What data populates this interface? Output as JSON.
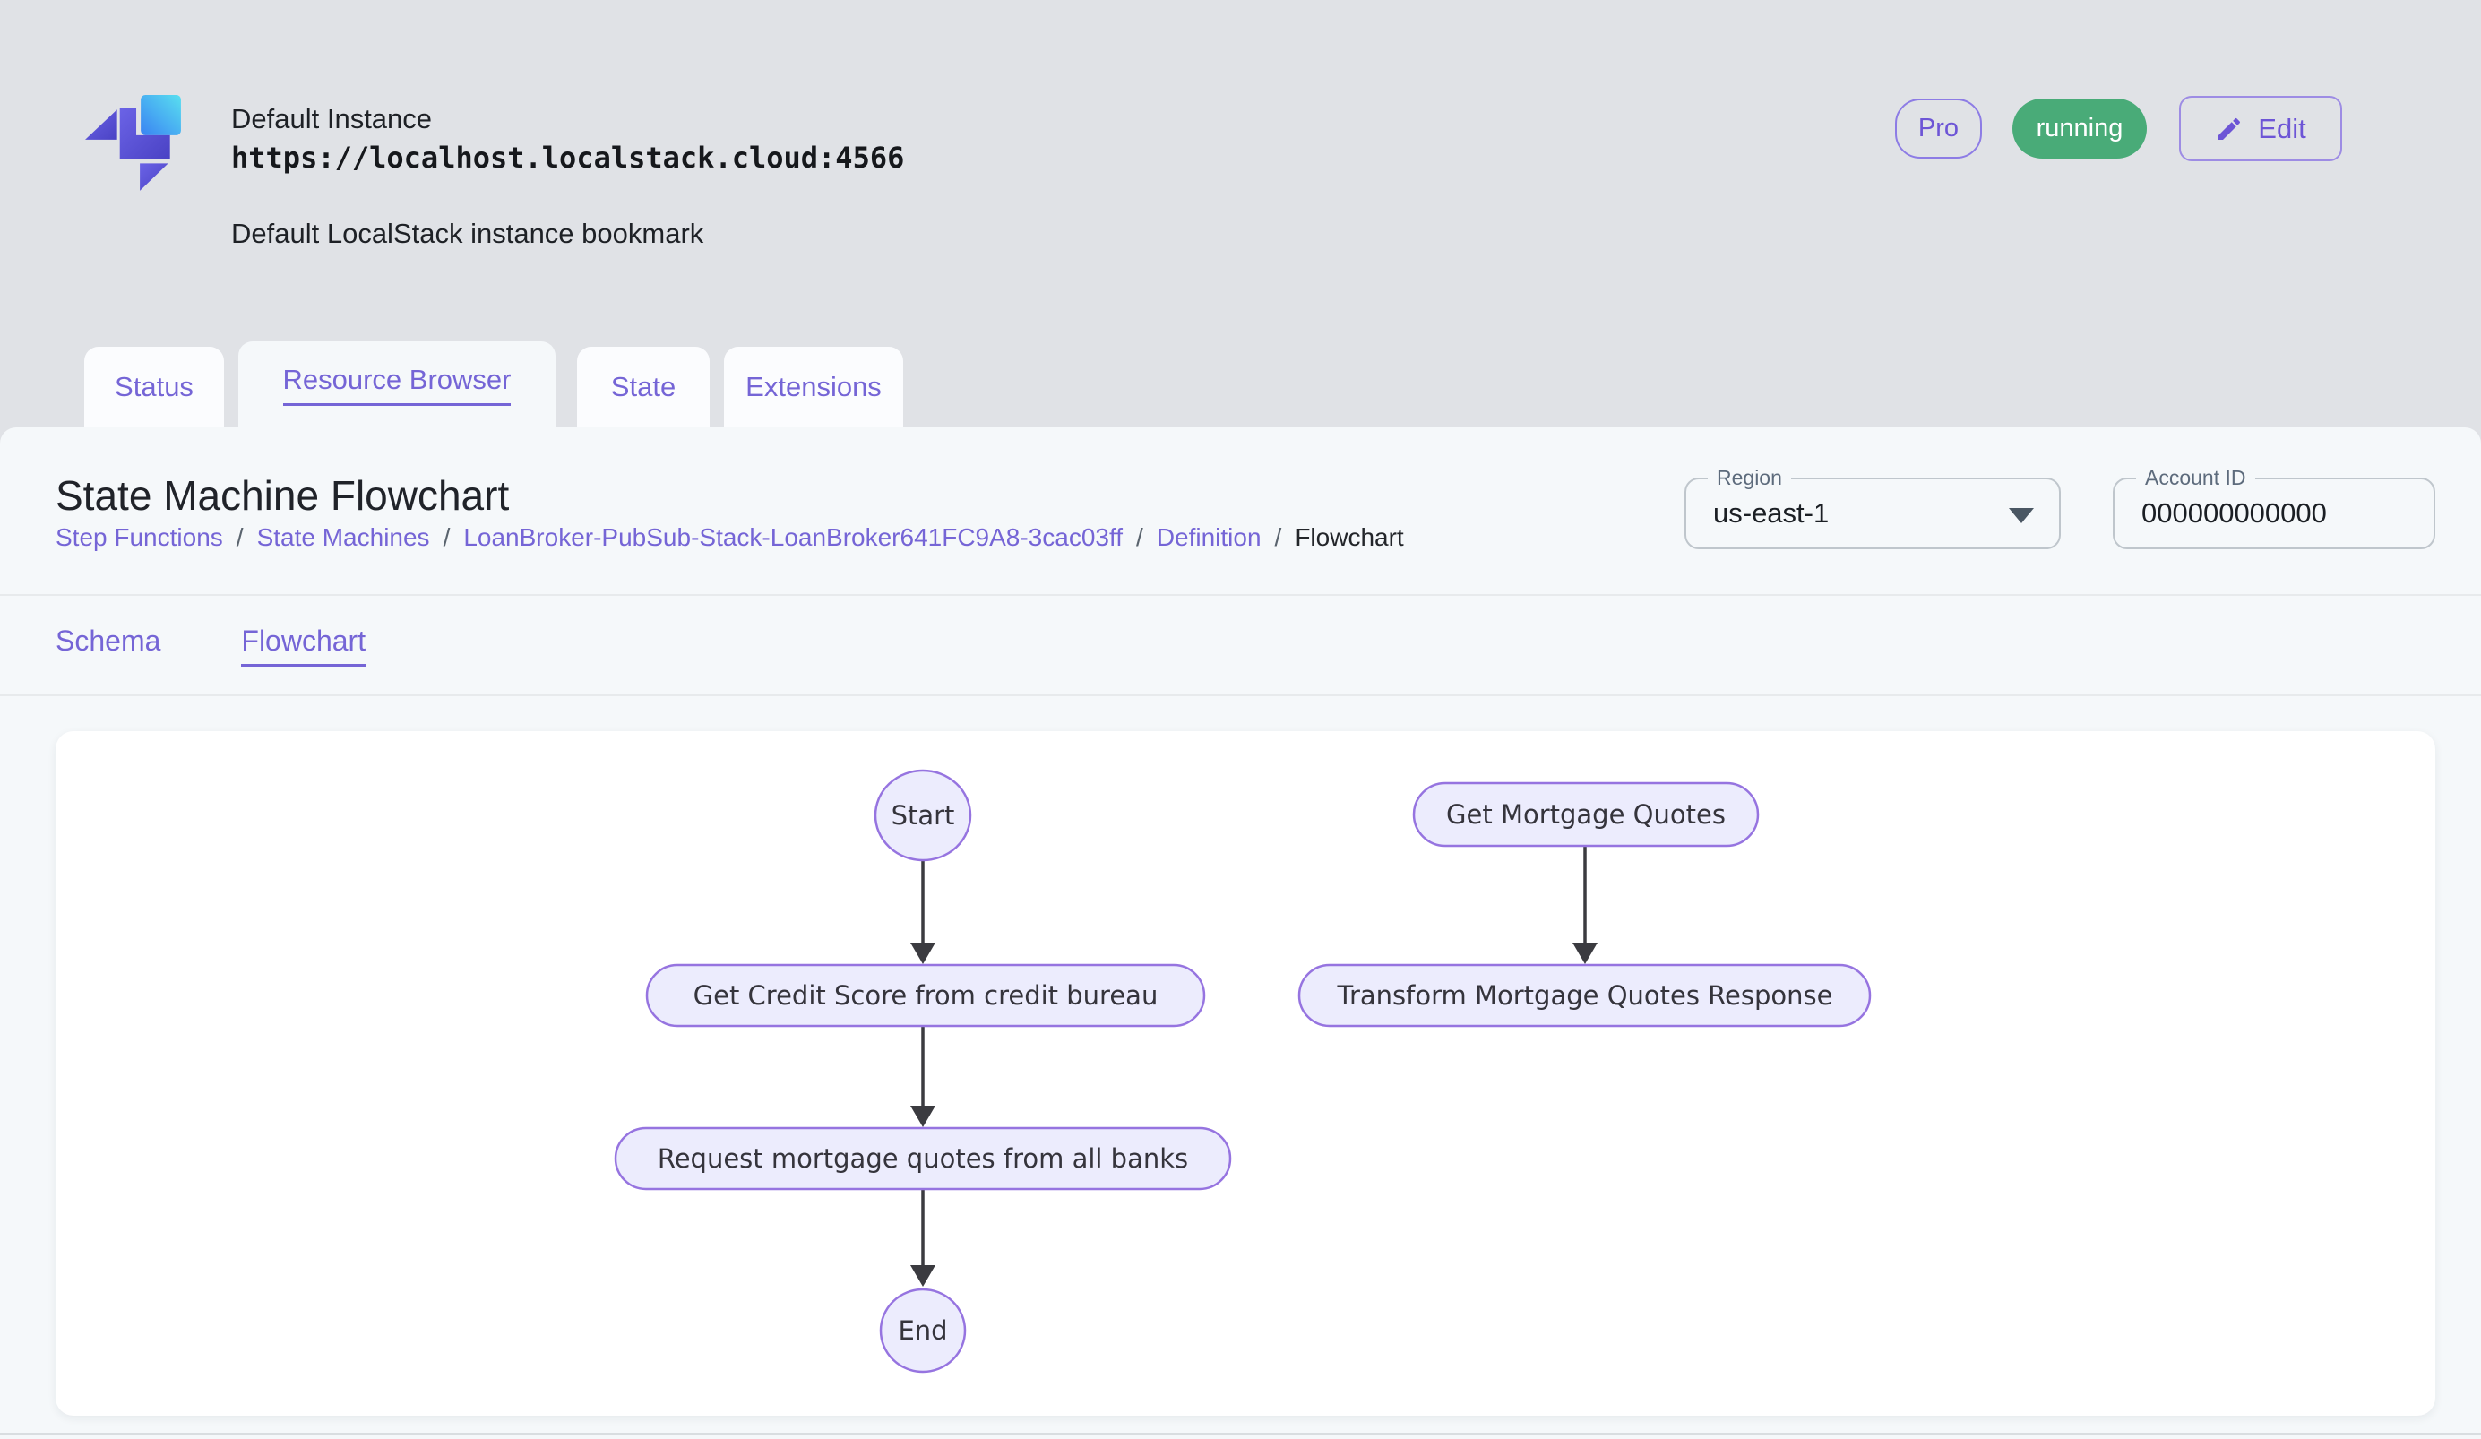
{
  "header": {
    "title": "Default Instance",
    "url": "https://localhost.localstack.cloud:4566",
    "subtitle": "Default LocalStack instance bookmark",
    "pro_badge": "Pro",
    "status_badge": "running",
    "edit_button": "Edit"
  },
  "tabs": [
    {
      "label": "Status",
      "active": false
    },
    {
      "label": "Resource Browser",
      "active": true
    },
    {
      "label": "State",
      "active": false
    },
    {
      "label": "Extensions",
      "active": false
    }
  ],
  "page": {
    "title": "State Machine Flowchart",
    "breadcrumb": [
      "Step Functions",
      "State Machines",
      "LoanBroker-PubSub-Stack-LoanBroker641FC9A8-3cac03ff",
      "Definition",
      "Flowchart"
    ],
    "separator": "/",
    "region": {
      "label": "Region",
      "value": "us-east-1"
    },
    "account": {
      "label": "Account ID",
      "value": "000000000000"
    },
    "subtabs": [
      {
        "label": "Schema",
        "active": false
      },
      {
        "label": "Flowchart",
        "active": true
      }
    ]
  },
  "flowchart": {
    "nodes": [
      {
        "id": "start",
        "label": "Start",
        "shape": "ellipse"
      },
      {
        "id": "get-credit-score",
        "label": "Get Credit Score from credit bureau",
        "shape": "pill"
      },
      {
        "id": "request-quotes",
        "label": "Request mortgage quotes from all banks",
        "shape": "pill"
      },
      {
        "id": "end",
        "label": "End",
        "shape": "ellipse"
      },
      {
        "id": "get-mortgage-quotes",
        "label": "Get Mortgage Quotes",
        "shape": "pill"
      },
      {
        "id": "transform-response",
        "label": "Transform Mortgage Quotes Response",
        "shape": "pill"
      }
    ],
    "edges": [
      {
        "from": "start",
        "to": "get-credit-score"
      },
      {
        "from": "get-credit-score",
        "to": "request-quotes"
      },
      {
        "from": "request-quotes",
        "to": "end"
      },
      {
        "from": "get-mortgage-quotes",
        "to": "transform-response"
      }
    ]
  },
  "colors": {
    "accent_purple": "#7565d6",
    "node_fill": "#ececfd",
    "node_border": "#9674e0",
    "status_green": "#49ab78",
    "page_bg": "#e0e2e6",
    "panel_bg": "#f5f8fa"
  }
}
